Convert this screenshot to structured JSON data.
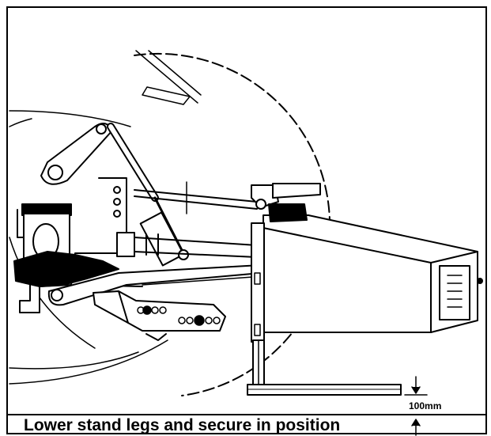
{
  "caption": "Lower stand legs and secure in position",
  "dimension_label": "100mm",
  "colors": {
    "line": "#000000",
    "background": "#ffffff"
  },
  "parts": [
    "tractor-wheel",
    "top-link",
    "hydraulic-cylinder",
    "pto-shaft",
    "lower-link-arm",
    "drawbar-bracket",
    "implement-housing",
    "gearbox",
    "stand-leg",
    "stand-foot",
    "ground-line"
  ]
}
